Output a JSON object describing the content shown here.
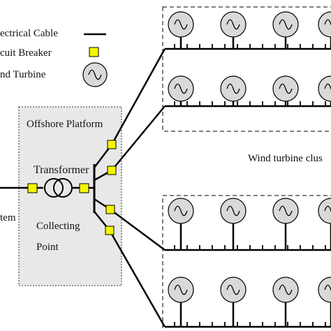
{
  "legend": {
    "cable_label": "ectrical  Cable",
    "breaker_label": "cuit Breaker",
    "turbine_label": "nd Turbine"
  },
  "platform": {
    "title": "Offshore Platform",
    "transformer_label": "Transformer",
    "collecting_label_1": "Collecting",
    "collecting_label_2": "Point"
  },
  "left_edge_label": "tem",
  "cluster_label": "Wind turbine clus",
  "colors": {
    "breaker_fill": "#f5f500",
    "turbine_fill": "#d9d9d9",
    "platform_fill": "#e8e8e8",
    "line": "#000000"
  },
  "icons": [
    "ac-generator-icon",
    "breaker-square-icon",
    "transformer-icon"
  ]
}
